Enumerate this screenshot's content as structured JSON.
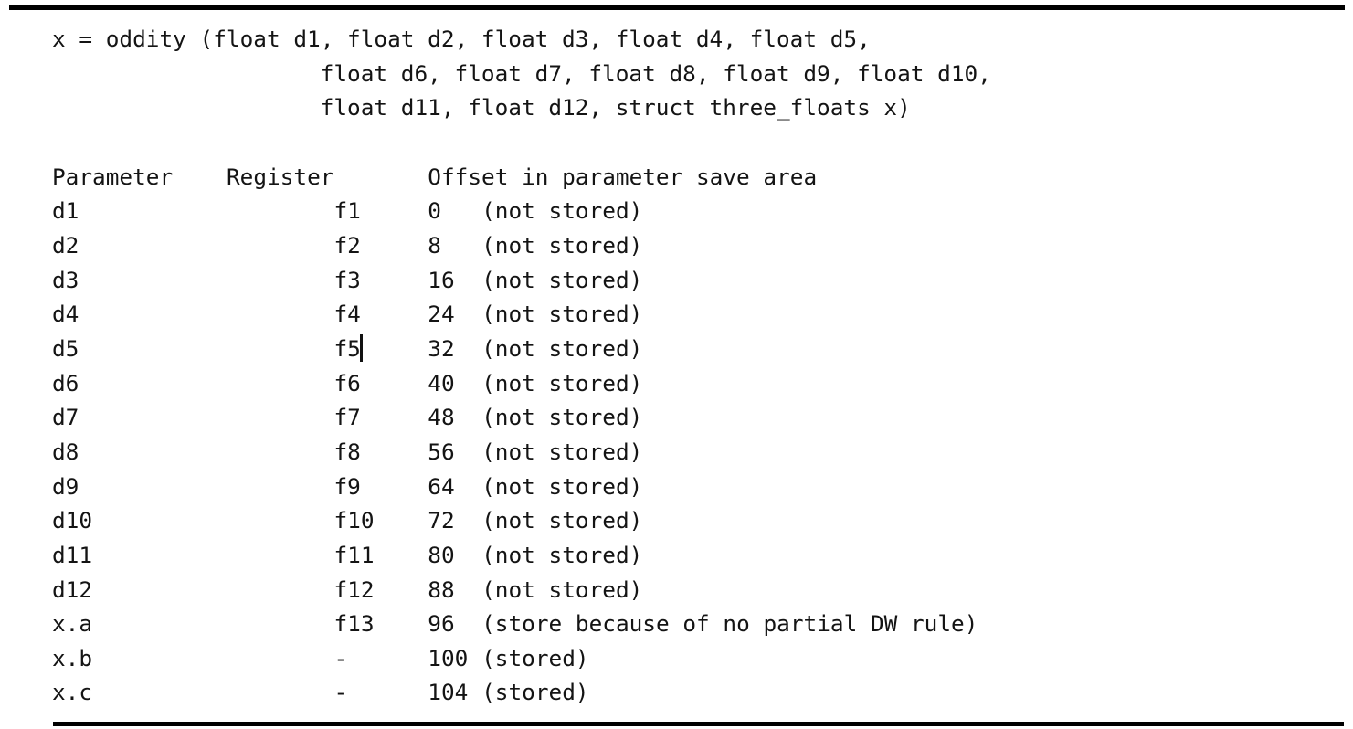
{
  "page": {
    "background_color": "#ffffff",
    "text_color": "#141414",
    "rule_color": "#000000"
  },
  "code": {
    "lines": [
      "x = oddity (float d1, float d2, float d3, float d4, float d5,",
      "                    float d6, float d7, float d8, float d9, float d10,",
      "                    float d11, float d12, struct three_floats x)"
    ]
  },
  "table": {
    "header": {
      "parameter": "Parameter",
      "register": "Register",
      "offset": "Offset in parameter save area"
    },
    "rows": [
      {
        "parameter": "d1",
        "register": "f1",
        "offset": "0",
        "note": "(not stored)"
      },
      {
        "parameter": "d2",
        "register": "f2",
        "offset": "8",
        "note": "(not stored)"
      },
      {
        "parameter": "d3",
        "register": "f3",
        "offset": "16",
        "note": "(not stored)"
      },
      {
        "parameter": "d4",
        "register": "f4",
        "offset": "24",
        "note": "(not stored)"
      },
      {
        "parameter": "d5",
        "register": "f5",
        "offset": "32",
        "note": "(not stored)"
      },
      {
        "parameter": "d6",
        "register": "f6",
        "offset": "40",
        "note": "(not stored)"
      },
      {
        "parameter": "d7",
        "register": "f7",
        "offset": "48",
        "note": "(not stored)"
      },
      {
        "parameter": "d8",
        "register": "f8",
        "offset": "56",
        "note": "(not stored)"
      },
      {
        "parameter": "d9",
        "register": "f9",
        "offset": "64",
        "note": "(not stored)"
      },
      {
        "parameter": "d10",
        "register": "f10",
        "offset": "72",
        "note": "(not stored)"
      },
      {
        "parameter": "d11",
        "register": "f11",
        "offset": "80",
        "note": "(not stored)"
      },
      {
        "parameter": "d12",
        "register": "f12",
        "offset": "88",
        "note": "(not stored)"
      },
      {
        "parameter": "x.a",
        "register": "f13",
        "offset": "96",
        "note": "(store because of no partial DW rule)"
      },
      {
        "parameter": "x.b",
        "register": "-",
        "offset": "100",
        "note": "(stored)"
      },
      {
        "parameter": "x.c",
        "register": "-",
        "offset": "104",
        "note": "(stored)"
      }
    ]
  },
  "cursor": {
    "row": "d5",
    "position": "after-register-value"
  }
}
